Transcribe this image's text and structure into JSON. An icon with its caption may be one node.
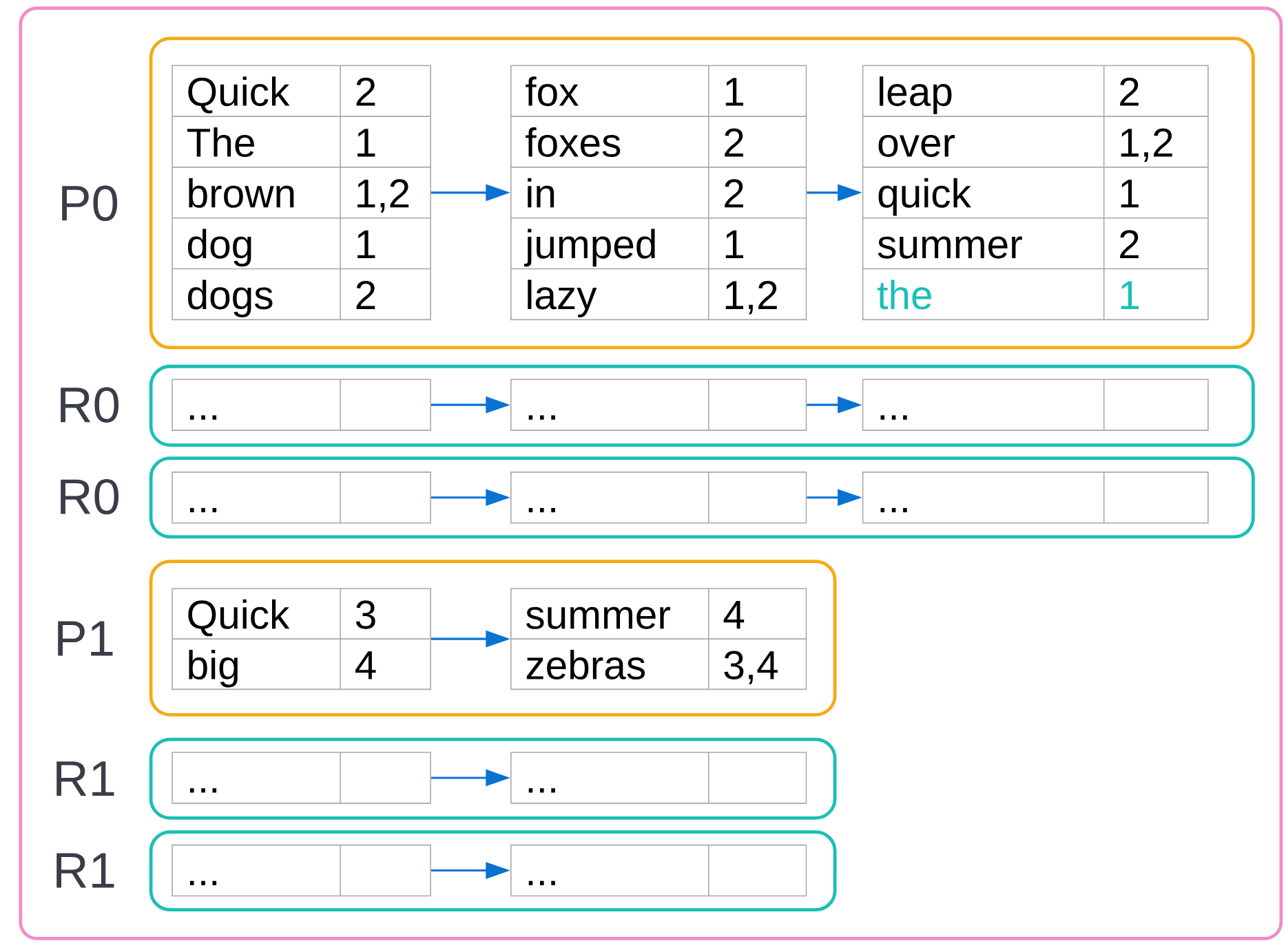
{
  "diagram": {
    "nodes": [
      {
        "text": [
          "P0"
        ]
      },
      {
        "text": [
          "Quick",
          "2",
          "The",
          "1",
          "brown",
          "1,2",
          "dog",
          "1",
          "dogs",
          "2"
        ],
        "in": 0
      },
      {
        "text": [
          "fox",
          "1",
          "foxes",
          "2",
          "in",
          "2",
          "jumped",
          "1",
          "lazy",
          "1,2"
        ],
        "in": 0
      },
      {
        "text": [
          "leap",
          "2",
          "over",
          "1,2",
          "quick",
          "1",
          "summer",
          "2",
          "the",
          "1"
        ],
        "in": 0
      },
      {
        "text": [
          "R0"
        ]
      },
      {
        "text": [
          "..."
        ],
        "in": 4
      },
      {
        "text": [
          "..."
        ],
        "in": 4
      },
      {
        "text": [
          "..."
        ],
        "in": 4
      },
      {
        "text": [
          "R0"
        ]
      },
      {
        "text": [
          "..."
        ],
        "in": 8
      },
      {
        "text": [
          "..."
        ],
        "in": 8
      },
      {
        "text": [
          "..."
        ],
        "in": 8
      },
      {
        "text": [
          "P1"
        ]
      },
      {
        "text": [
          "Quick",
          "3",
          "big",
          "4"
        ],
        "in": 12
      },
      {
        "text": [
          "summer",
          "4",
          "zebras",
          "3,4"
        ],
        "in": 12
      },
      {
        "text": [
          "R1"
        ]
      },
      {
        "text": [
          "..."
        ],
        "in": 15
      },
      {
        "text": [
          "..."
        ],
        "in": 15
      },
      {
        "text": [
          "R1"
        ]
      },
      {
        "text": [
          "..."
        ],
        "in": 18
      },
      {
        "text": [
          "..."
        ],
        "in": 18
      }
    ],
    "edges": [
      {
        "from": 1,
        "to": 2,
        "arrow": "to"
      },
      {
        "from": 2,
        "to": 3,
        "arrow": "to"
      },
      {
        "from": 5,
        "to": 6,
        "arrow": "to"
      },
      {
        "from": 6,
        "to": 7,
        "arrow": "to"
      },
      {
        "from": 9,
        "to": 10,
        "arrow": "to"
      },
      {
        "from": 10,
        "to": 11,
        "arrow": "to"
      },
      {
        "from": 13,
        "to": 14,
        "arrow": "to"
      },
      {
        "from": 16,
        "to": 17,
        "arrow": "to"
      },
      {
        "from": 19,
        "to": 20,
        "arrow": "to"
      }
    ]
  }
}
